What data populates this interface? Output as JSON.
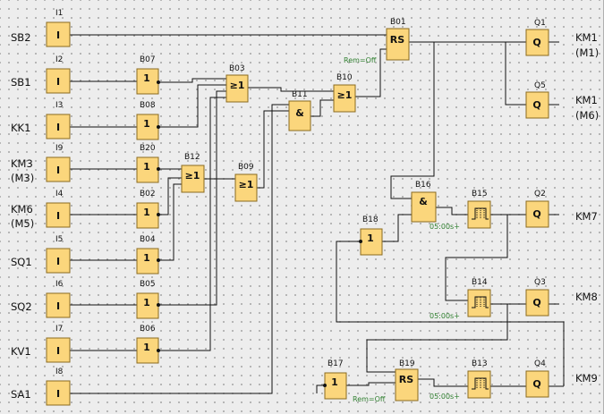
{
  "inputs": [
    {
      "id": "I1",
      "label": "SB2",
      "sub": ""
    },
    {
      "id": "I2",
      "label": "SB1",
      "sub": ""
    },
    {
      "id": "I3",
      "label": "KK1",
      "sub": ""
    },
    {
      "id": "I9",
      "label": "KM3",
      "sub": "(M3)"
    },
    {
      "id": "I4",
      "label": "KM6",
      "sub": "(M5)"
    },
    {
      "id": "I5",
      "label": "SQ1",
      "sub": ""
    },
    {
      "id": "I6",
      "label": "SQ2",
      "sub": ""
    },
    {
      "id": "I7",
      "label": "KV1",
      "sub": ""
    },
    {
      "id": "I8",
      "label": "SA1",
      "sub": ""
    }
  ],
  "input_symbol": "I",
  "blocks": {
    "B07": "1",
    "B08": "1",
    "B20": "1",
    "B02": "1",
    "B04": "1",
    "B05": "1",
    "B06": "1",
    "B03": "≥1",
    "B12": "≥1",
    "B09": "≥1",
    "B10": "≥1",
    "B11": "&",
    "B16": "&",
    "B01": "RS",
    "B19": "RS",
    "B18": "1",
    "B17": "1",
    "B15": "",
    "B14": "",
    "B13": ""
  },
  "params": {
    "rem_off": "Rem=Off",
    "timer": "05:00s+"
  },
  "outputs": [
    {
      "id": "Q1",
      "symbol": "Q",
      "label": "KM1",
      "sub": "(M1)"
    },
    {
      "id": "Q5",
      "symbol": "Q",
      "label": "KM1",
      "sub": "(M6)"
    },
    {
      "id": "Q2",
      "symbol": "Q",
      "label": "KM7",
      "sub": ""
    },
    {
      "id": "Q3",
      "symbol": "Q",
      "label": "KM8",
      "sub": ""
    },
    {
      "id": "Q4",
      "symbol": "Q",
      "label": "KM9",
      "sub": ""
    }
  ]
}
